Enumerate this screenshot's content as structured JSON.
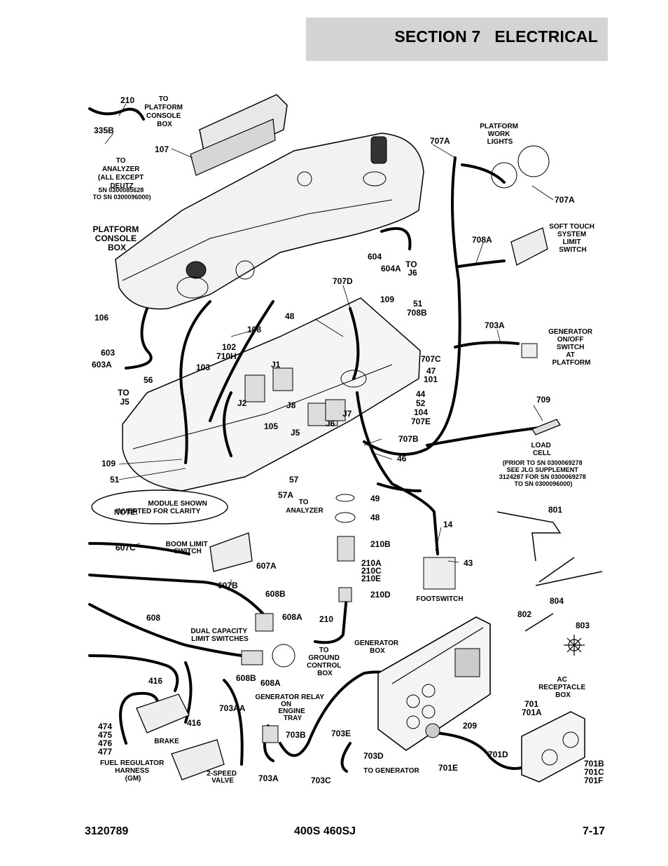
{
  "header": {
    "section": "SECTION 7",
    "title": "ELECTRICAL"
  },
  "footer": {
    "doc_number": "3120789",
    "model": "400S 460SJ",
    "page": "7-17"
  },
  "callouts": {
    "c210": "210",
    "c335B": "335B",
    "c107": "107",
    "to_platform_console_box": [
      "TO",
      "PLATFORM",
      "CONSOLE",
      "BOX"
    ],
    "to_analyzer_deutz": [
      "TO",
      "ANALYZER",
      "(ALL EXCEPT",
      "DEUTZ"
    ],
    "sn_range_1": [
      "SN 0300085628",
      "TO SN 0300096000)"
    ],
    "platform_console_box": [
      "PLATFORM",
      "CONSOLE",
      "BOX"
    ],
    "c106": "106",
    "c603": "603",
    "c603A": "603A",
    "c56": "56",
    "to_j5": [
      "TO",
      "J5"
    ],
    "c108": "108",
    "c102": "102",
    "c710H": "710H",
    "c103": "103",
    "j1": "J1",
    "j2": "J2",
    "j8": "J8",
    "j5": "J5",
    "j6": "J6",
    "j7": "J7",
    "c105": "105",
    "c109a": "109",
    "c51a": "51",
    "c57": "57",
    "c57A": "57A",
    "to_analyzer": [
      "TO",
      "ANALYZER"
    ],
    "note_label": "NOTE:",
    "note_text": [
      "MODULE SHOWN",
      "INVERTED FOR CLARITY"
    ],
    "c48a": "48",
    "c707D": "707D",
    "c604": "604",
    "c604A": "604A",
    "to_j6": [
      "TO",
      "J6"
    ],
    "c109b": "109",
    "c51b": "51",
    "c708B": "708B",
    "c707C": "707C",
    "c47": "47",
    "c101": "101",
    "c44": "44",
    "c52": "52",
    "c104": "104",
    "c707E": "707E",
    "c707B": "707B",
    "c46": "46",
    "c49": "49",
    "c48b": "48",
    "c210B": "210B",
    "c210A": "210A",
    "c210C": "210C",
    "c210E": "210E",
    "c210D": "210D",
    "c14": "14",
    "c43": "43",
    "footswitch": "FOOTSWITCH",
    "c707A_left": "707A",
    "platform_work_lights": [
      "PLATFORM",
      "WORK",
      "LIGHTS"
    ],
    "c707A_right": "707A",
    "c708A": "708A",
    "soft_touch": [
      "SOFT TOUCH",
      "SYSTEM",
      "LIMIT",
      "SWITCH"
    ],
    "c703A_top": "703A",
    "generator_onoff": [
      "GENERATOR",
      "ON/OFF",
      "SWITCH",
      "AT",
      "PLATFORM"
    ],
    "c709": "709",
    "load_cell": [
      "LOAD",
      "CELL"
    ],
    "load_cell_note": [
      "(PRIOR TO SN 0300069278",
      "SEE JLG SUPPLEMENT",
      "3124287 FOR SN 0300069278",
      "TO SN 0300096000)"
    ],
    "c801": "801",
    "c804": "804",
    "c802": "802",
    "c803": "803",
    "c607C": "607C",
    "boom_limit": [
      "BOOM LIMIT",
      "SWITCH"
    ],
    "c607A": "607A",
    "c607B": "607B",
    "c608": "608",
    "c608B_top": "608B",
    "c608A_top": "608A",
    "dual_capacity": [
      "DUAL CAPACITY",
      "LIMIT SWITCHES"
    ],
    "c608B_bot": "608B",
    "c608A_bot": "608A",
    "c416a": "416",
    "c703AA": "703AA",
    "brake": "BRAKE",
    "c416b": "416",
    "c474": "474",
    "c475": "475",
    "c476": "476",
    "c477": "477",
    "fuel_reg": [
      "FUEL REGULATOR",
      "HARNESS",
      "(GM)"
    ],
    "two_speed": [
      "2-SPEED",
      "VALVE"
    ],
    "gen_relay": [
      "GENERATOR  RELAY",
      "ON",
      "ENGINE",
      "TRAY"
    ],
    "c703A_bot": "703A",
    "c703B": "703B",
    "c703E": "703E",
    "c703D": "703D",
    "c703C": "703C",
    "to_generator": "TO GENERATOR",
    "c210_gnd": "210",
    "to_ground": [
      "TO",
      "GROUND",
      "CONTROL",
      "BOX"
    ],
    "generator_box": [
      "GENERATOR",
      "BOX"
    ],
    "c209": "209",
    "c701E": "701E",
    "ac_receptacle": [
      "AC",
      "RECEPTACLE",
      "BOX"
    ],
    "c701": "701",
    "c701A": "701A",
    "c701D": "701D",
    "c701B": "701B",
    "c701C": "701C",
    "c701F": "701F"
  }
}
